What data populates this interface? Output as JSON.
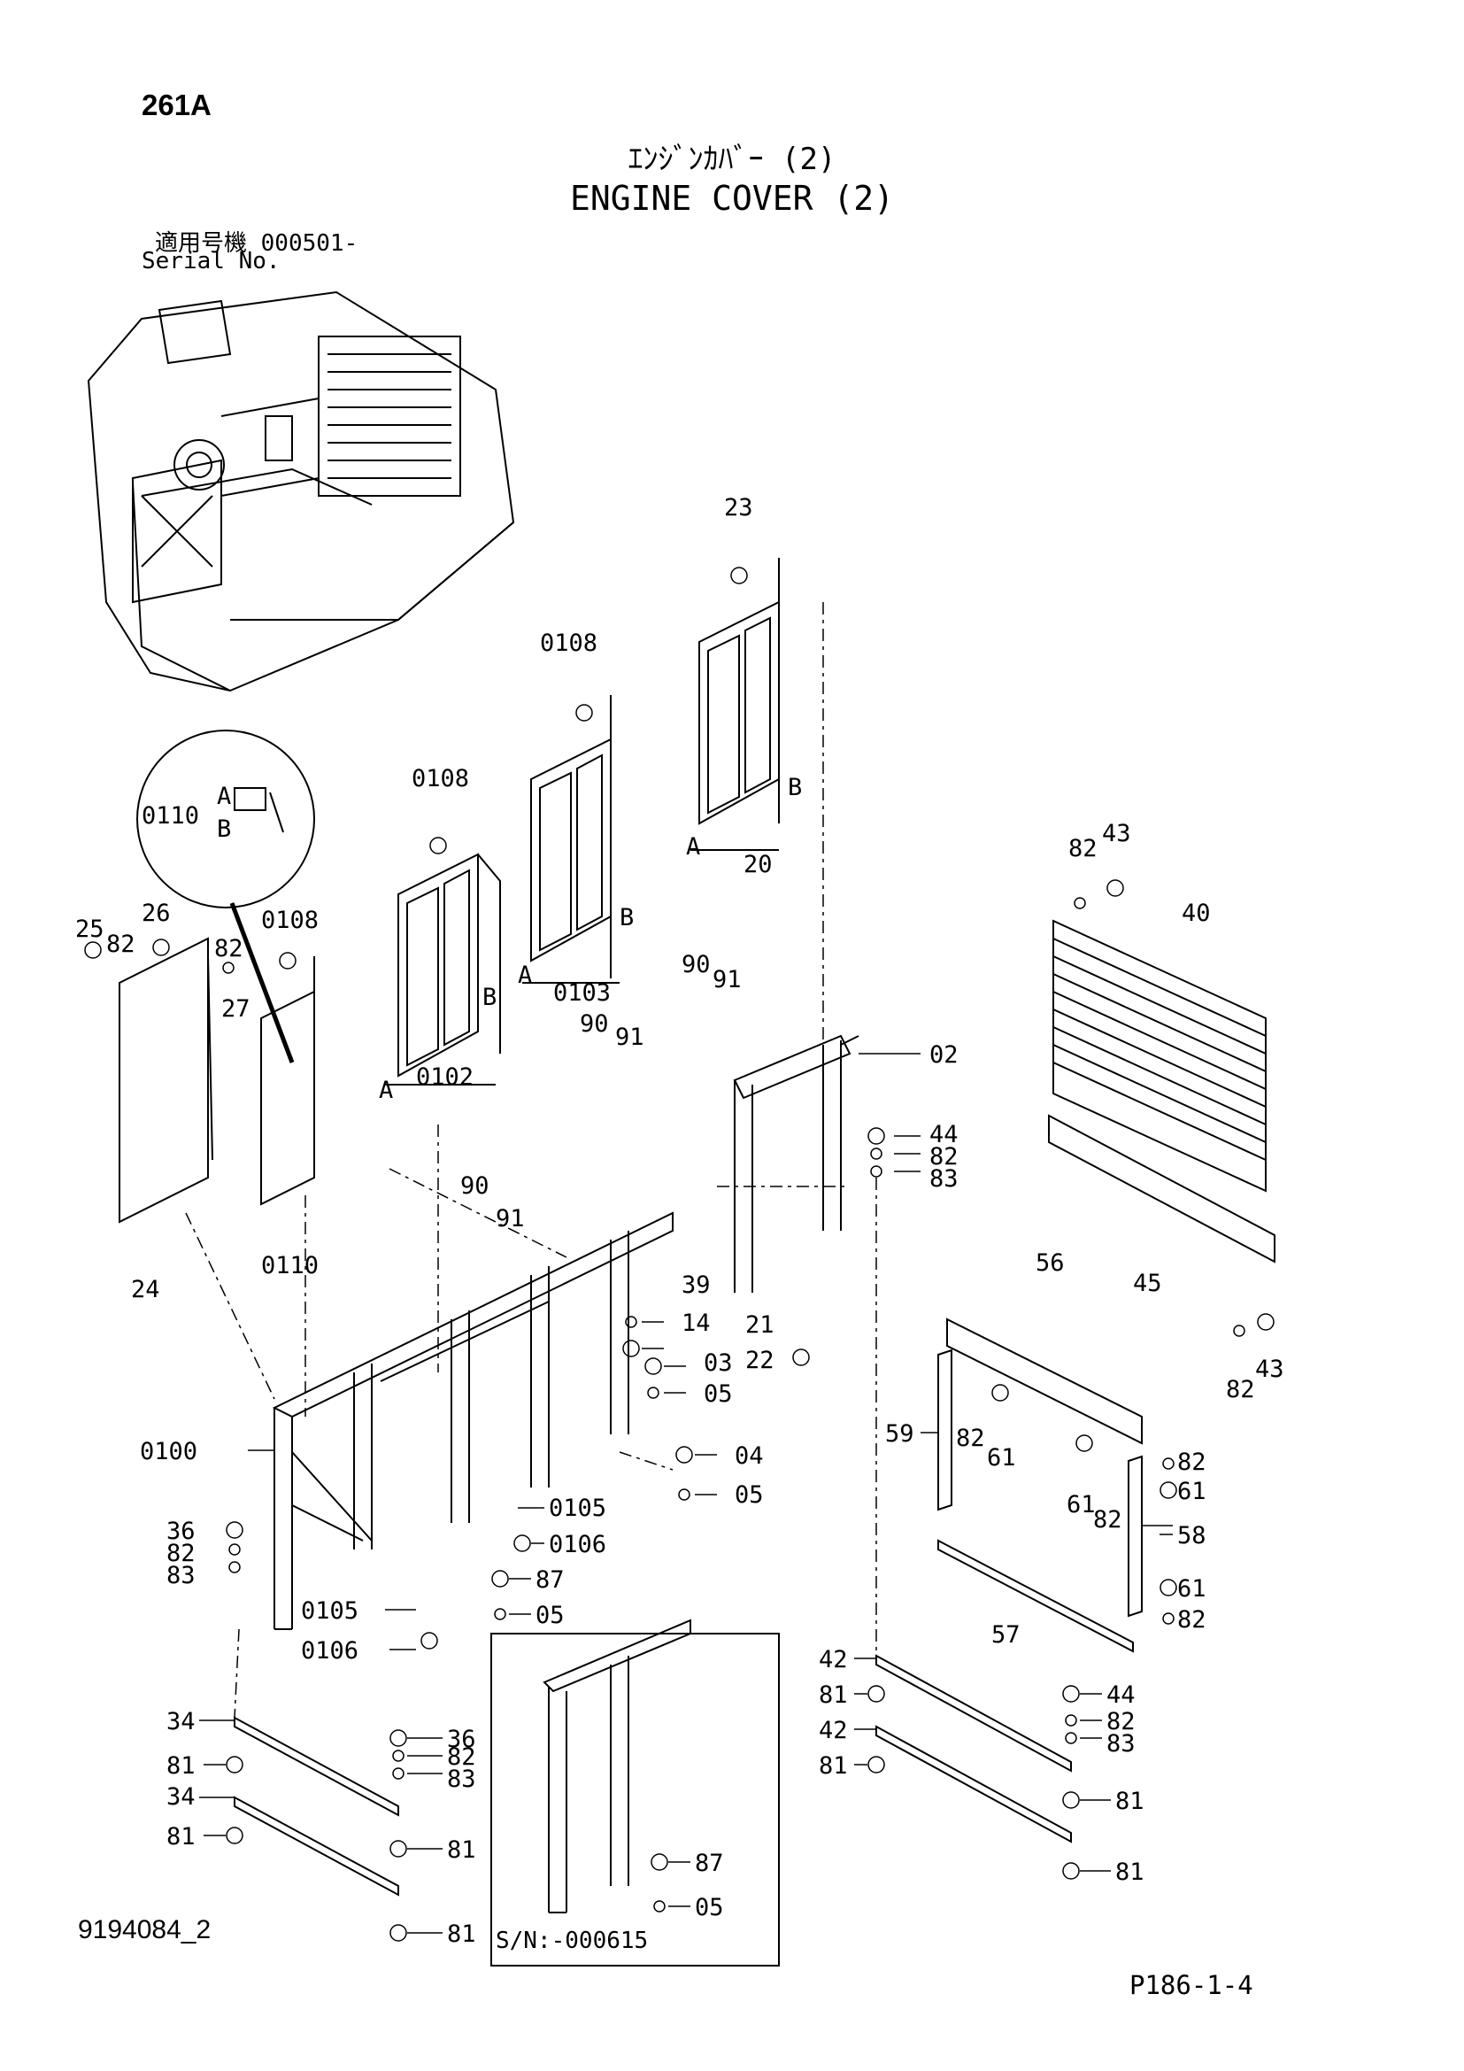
{
  "header": {
    "page_code": "261A",
    "title_jp": "ｴﾝｼﾞﾝｶﾊﾞｰ (2)",
    "title_en": "ENGINE COVER (2)",
    "serial_label_jp": "適用号機 000501-",
    "serial_label_en": "Serial No."
  },
  "footer": {
    "doc_number": "9194084_2",
    "page_ref": "P186-1-4"
  },
  "inset": {
    "caption": "S/N:-000615"
  },
  "callouts": {
    "c23": "23",
    "c0108a": "0108",
    "c0108b": "0108",
    "c0108c": "0108",
    "c0110top": "0110",
    "cA1": "A",
    "cB1": "B",
    "c20": "20",
    "cA_20": "A",
    "cB_20": "B",
    "c0103": "0103",
    "cA_0103": "A",
    "cB_0103": "B",
    "c0102": "0102",
    "cA_0102": "A",
    "cB_0102": "B",
    "c82_43a": "82",
    "c43a": "43",
    "c40": "40",
    "c25": "25",
    "c26": "26",
    "c82a": "82",
    "c82b": "82",
    "c27": "27",
    "c24": "24",
    "c0110": "0110",
    "c90a": "90",
    "c91a": "91",
    "c90b": "90",
    "c91b": "91",
    "c90c": "90",
    "c91c": "91",
    "c02": "02",
    "c44a": "44",
    "c82c": "82",
    "c83a": "83",
    "c45": "45",
    "c56": "56",
    "c43b": "43",
    "c82d": "82",
    "c39": "39",
    "c14": "14",
    "c03": "03",
    "c05a": "05",
    "c21": "21",
    "c22": "22",
    "c0100": "0100",
    "c04": "04",
    "c05b": "05",
    "c59": "59",
    "c82e": "82",
    "c61a": "61",
    "c61b": "61",
    "c82f": "82",
    "c82g": "82",
    "c61c": "61",
    "c36a": "36",
    "c82h": "82",
    "c83b": "83",
    "c0105a": "0105",
    "c0106a": "0106",
    "c87a": "87",
    "c0105b": "0105",
    "c05c": "05",
    "c0106b": "0106",
    "c58": "58",
    "c61d": "61",
    "c82i": "82",
    "c57": "57",
    "c42a": "42",
    "c81a": "81",
    "c42b": "42",
    "c81b": "81",
    "c44b": "44",
    "c82j": "82",
    "c83c": "83",
    "c81c": "81",
    "c81d": "81",
    "c34a": "34",
    "c81e": "81",
    "c36b": "36",
    "c82k": "82",
    "c83d": "83",
    "c34b": "34",
    "c81f": "81",
    "c81g": "81",
    "c81h": "81",
    "c87b": "87",
    "c05d": "05"
  }
}
